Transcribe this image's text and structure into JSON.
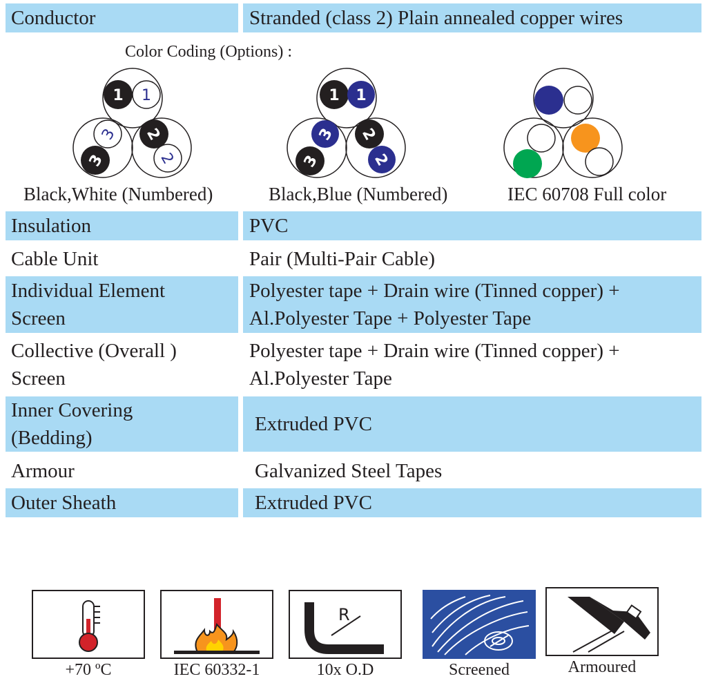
{
  "rows": {
    "conductor": {
      "label": "Conductor",
      "value": "Stranded (class 2) Plain annealed copper wires"
    },
    "insulation": {
      "label": "Insulation",
      "value": "PVC"
    },
    "cable_unit": {
      "label": "Cable Unit",
      "value": "Pair (Multi-Pair Cable)"
    },
    "individual_screen": {
      "label_line1": "Individual Element",
      "label_line2": "Screen",
      "value_line1": "Polyester tape + Drain wire (Tinned copper) +",
      "value_line2": "Al.Polyester Tape + Polyester Tape"
    },
    "collective_screen": {
      "label_line1": "Collective (Overall )",
      "label_line2": "Screen",
      "value_line1": "Polyester tape + Drain wire (Tinned copper) +",
      "value_line2": "Al.Polyester Tape"
    },
    "inner_covering": {
      "label_line1": "Inner Covering",
      "label_line2": "(Bedding)",
      "value": "Extruded PVC"
    },
    "armour": {
      "label": "Armour",
      "value": "Galvanized Steel Tapes"
    },
    "outer_sheath": {
      "label": "Outer Sheath",
      "value": "Extruded PVC"
    }
  },
  "color_coding": {
    "title": "Color Coding (Options) :",
    "options": [
      {
        "caption": "Black,White (Numbered)",
        "numbers": [
          "1",
          "1",
          "2",
          "2",
          "3",
          "3"
        ]
      },
      {
        "caption": "Black,Blue (Numbered)",
        "numbers": [
          "1",
          "1",
          "2",
          "2",
          "3",
          "3"
        ]
      },
      {
        "caption": "IEC 60708 Full color"
      }
    ]
  },
  "colors": {
    "row_blue": "#a9daf4",
    "black": "#231f20",
    "blue": "#2b2f8f",
    "orange": "#f7941d",
    "green": "#00a651",
    "red": "#d2232a",
    "screen_bg": "#2b4fa1"
  },
  "icons": [
    {
      "name": "thermometer-icon",
      "caption": "+70 ºC"
    },
    {
      "name": "flame-icon",
      "caption": "IEC 60332-1"
    },
    {
      "name": "bend-radius-icon",
      "caption": "10x O.D",
      "letter": "R"
    },
    {
      "name": "screened-icon",
      "caption": "Screened"
    },
    {
      "name": "armoured-icon",
      "caption": "Armoured"
    }
  ]
}
